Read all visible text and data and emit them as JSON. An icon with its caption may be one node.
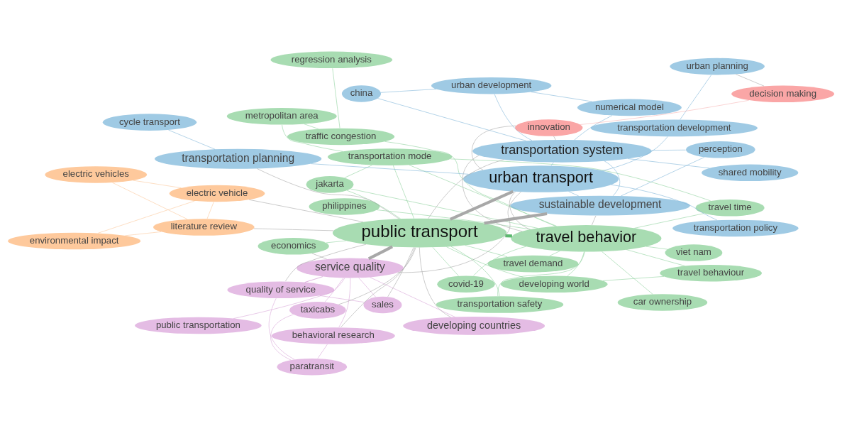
{
  "diagram": {
    "nodes": [
      {
        "text": [
          "public transportation"
        ]
      },
      {
        "text": [
          "paratransit"
        ]
      },
      {
        "text": [
          "sales"
        ]
      },
      {
        "text": [
          "quality of service"
        ]
      },
      {
        "text": [
          "developing world"
        ]
      },
      {
        "text": [
          "philippines"
        ]
      },
      {
        "text": [
          "covid-19"
        ]
      },
      {
        "text": [
          "developing countries"
        ]
      },
      {
        "text": [
          "service quality"
        ]
      },
      {
        "text": [
          "travel behaviour"
        ]
      },
      {
        "text": [
          "car ownership"
        ]
      },
      {
        "text": [
          "taxicabs"
        ]
      },
      {
        "text": [
          "viet nam"
        ]
      },
      {
        "text": [
          "travel demand"
        ]
      },
      {
        "text": [
          "economics"
        ]
      },
      {
        "text": [
          "behavioral research"
        ]
      },
      {
        "text": [
          "travel time"
        ]
      },
      {
        "text": [
          "travel behavior"
        ]
      },
      {
        "text": [
          "jakarta"
        ]
      },
      {
        "text": [
          "transportation mode"
        ]
      },
      {
        "text": [
          "public transport"
        ]
      },
      {
        "text": [
          "traffic congestion"
        ]
      },
      {
        "text": [
          "perception"
        ]
      },
      {
        "text": [
          "sustainable development"
        ]
      },
      {
        "text": [
          "regression analysis"
        ]
      },
      {
        "text": [
          "shared mobility"
        ]
      },
      {
        "text": [
          "urban transport"
        ]
      },
      {
        "text": [
          "transportation system"
        ]
      },
      {
        "text": [
          "transportation safety"
        ]
      },
      {
        "text": [
          "transportation policy"
        ]
      },
      {
        "text": [
          "numerical model"
        ]
      },
      {
        "text": [
          "metropolitan area"
        ]
      },
      {
        "text": [
          "transportation planning"
        ]
      },
      {
        "text": [
          "china"
        ]
      },
      {
        "text": [
          "transportation development"
        ]
      },
      {
        "text": [
          "literature review"
        ]
      },
      {
        "text": [
          "electric vehicle"
        ]
      },
      {
        "text": [
          "cycle transport"
        ]
      },
      {
        "text": [
          "environmental impact"
        ]
      },
      {
        "text": [
          "urban planning"
        ]
      },
      {
        "text": [
          "urban development"
        ]
      },
      {
        "text": [
          "electric vehicles"
        ]
      },
      {
        "text": [
          "innovation"
        ]
      },
      {
        "text": [
          "decision making"
        ]
      }
    ],
    "edges": [
      {
        "from": 17,
        "to": 20,
        "arrow": "none",
        "style": "thick",
        "color": "#5cb86f"
      },
      {
        "from": 17,
        "to": 9,
        "arrow": "none",
        "color": "#8fd19e"
      },
      {
        "from": 17,
        "to": 4,
        "arrow": "none",
        "color": "#8fd19e"
      },
      {
        "from": 17,
        "to": 12,
        "arrow": "none",
        "color": "#8fd19e"
      },
      {
        "from": 17,
        "to": 16,
        "arrow": "none",
        "color": "#8fd19e"
      },
      {
        "from": 17,
        "to": 19,
        "arrow": "none",
        "color": "#8fd19e"
      },
      {
        "from": 17,
        "to": 21,
        "arrow": "none",
        "color": "#8fd19e"
      },
      {
        "from": 17,
        "to": 28,
        "arrow": "none",
        "color": "#8fd19e"
      },
      {
        "from": 17,
        "to": 18,
        "arrow": "none",
        "color": "#8fd19e"
      },
      {
        "from": 17,
        "to": 5,
        "arrow": "none",
        "color": "#8fd19e"
      },
      {
        "from": 17,
        "to": 10,
        "arrow": "none",
        "color": "#8fd19e"
      },
      {
        "from": 17,
        "to": 13,
        "arrow": "none",
        "color": "#8fd19e"
      },
      {
        "from": 17,
        "to": 6,
        "arrow": "none",
        "color": "#8fd19e"
      },
      {
        "from": 20,
        "to": 13,
        "arrow": "none",
        "color": "#8fd19e"
      },
      {
        "from": 20,
        "to": 6,
        "arrow": "none",
        "color": "#8fd19e"
      },
      {
        "from": 20,
        "to": 28,
        "arrow": "none",
        "color": "#8fd19e"
      },
      {
        "from": 20,
        "to": 19,
        "arrow": "none",
        "color": "#8fd19e"
      },
      {
        "from": 18,
        "to": 19,
        "arrow": "none",
        "color": "#8fd19e"
      },
      {
        "from": 18,
        "to": 20,
        "arrow": "none",
        "color": "#8fd19e"
      },
      {
        "from": 24,
        "to": 21,
        "arrow": "none",
        "color": "#8fd19e"
      },
      {
        "from": 31,
        "to": 21,
        "arrow": "none",
        "color": "#8fd19e"
      },
      {
        "from": 31,
        "to": 19,
        "arrow": "none",
        "color": "#8fd19e"
      },
      {
        "from": 16,
        "to": 19,
        "arrow": "none",
        "color": "#8fd19e"
      },
      {
        "from": 4,
        "to": 9,
        "arrow": "none",
        "color": "#8fd19e"
      },
      {
        "from": 4,
        "to": 20,
        "arrow": "none",
        "color": "#8fd19e"
      },
      {
        "from": 14,
        "to": 20,
        "arrow": "none",
        "color": "#8fd19e"
      },
      {
        "from": 8,
        "to": 3,
        "arrow": "none",
        "color": "#c77fc7"
      },
      {
        "from": 8,
        "to": 7,
        "arrow": "none",
        "color": "#d9a6d9"
      },
      {
        "from": 3,
        "to": 1,
        "arrow": "none",
        "color": "#d9a6d9"
      },
      {
        "from": 3,
        "to": 2,
        "arrow": "none",
        "color": "#d9a6d9"
      },
      {
        "from": 15,
        "to": 8,
        "arrow": "none",
        "color": "#d9a6d9"
      },
      {
        "from": 15,
        "to": 1,
        "arrow": "none",
        "color": "#d9a6d9"
      },
      {
        "from": 11,
        "to": 8,
        "arrow": "none",
        "color": "#d9a6d9"
      },
      {
        "from": 0,
        "to": 8,
        "arrow": "none",
        "color": "#d9a6d9"
      },
      {
        "from": 2,
        "to": 8,
        "arrow": "none",
        "color": "#d9a6d9"
      },
      {
        "from": 11,
        "to": 1,
        "arrow": "none",
        "color": "#d9a6d9"
      },
      {
        "from": 26,
        "to": 23,
        "arrow": "none",
        "color": "#7fb6d9"
      },
      {
        "from": 26,
        "to": 27,
        "arrow": "none",
        "color": "#7fb6d9"
      },
      {
        "from": 26,
        "to": 32,
        "arrow": "none",
        "color": "#7fb6d9"
      },
      {
        "from": 26,
        "to": 34,
        "arrow": "none",
        "color": "#7fb6d9"
      },
      {
        "from": 26,
        "to": 29,
        "arrow": "none",
        "color": "#7fb6d9"
      },
      {
        "from": 27,
        "to": 23,
        "arrow": "none",
        "color": "#7fb6d9"
      },
      {
        "from": 27,
        "to": 22,
        "arrow": "none",
        "color": "#7fb6d9"
      },
      {
        "from": 27,
        "to": 25,
        "arrow": "none",
        "color": "#7fb6d9"
      },
      {
        "from": 27,
        "to": 33,
        "arrow": "none",
        "color": "#7fb6d9"
      },
      {
        "from": 27,
        "to": 40,
        "arrow": "none",
        "color": "#7fb6d9"
      },
      {
        "from": 32,
        "to": 37,
        "arrow": "none",
        "color": "#7fb6d9"
      },
      {
        "from": 34,
        "to": 39,
        "arrow": "none",
        "color": "#7fb6d9"
      },
      {
        "from": 33,
        "to": 40,
        "arrow": "none",
        "color": "#7fb6d9"
      },
      {
        "from": 30,
        "to": 27,
        "arrow": "none",
        "color": "#7fb6d9"
      },
      {
        "from": 30,
        "to": 40,
        "arrow": "none",
        "color": "#7fb6d9"
      },
      {
        "from": 23,
        "to": 22,
        "arrow": "none",
        "color": "#7fb6d9"
      },
      {
        "from": 35,
        "to": 36,
        "arrow": "none",
        "color": "#fcc89b"
      },
      {
        "from": 35,
        "to": 38,
        "arrow": "none",
        "color": "#fcc89b"
      },
      {
        "from": 35,
        "to": 41,
        "arrow": "none",
        "color": "#fcc89b"
      },
      {
        "from": 36,
        "to": 41,
        "arrow": "none",
        "color": "#fcc89b"
      },
      {
        "from": 36,
        "to": 38,
        "arrow": "none",
        "color": "#fcc89b"
      },
      {
        "from": 42,
        "to": 43,
        "arrow": "none",
        "color": "#f7b5b5"
      },
      {
        "from": 20,
        "to": 26,
        "arrow": "none",
        "style": "thick"
      },
      {
        "from": 20,
        "to": 23,
        "arrow": "none",
        "style": "thick"
      },
      {
        "from": 20,
        "to": 27,
        "arrow": "none"
      },
      {
        "from": 17,
        "to": 26,
        "arrow": "none"
      },
      {
        "from": 20,
        "to": 8,
        "arrow": "none",
        "style": "thick"
      },
      {
        "from": 20,
        "to": 7,
        "arrow": "none"
      },
      {
        "from": 20,
        "to": 32,
        "arrow": "none"
      },
      {
        "from": 17,
        "to": 23,
        "arrow": "none"
      },
      {
        "from": 36,
        "to": 20,
        "arrow": "none"
      },
      {
        "from": 35,
        "to": 20,
        "arrow": "none"
      },
      {
        "from": 43,
        "to": 39,
        "arrow": "none"
      },
      {
        "from": 42,
        "to": 26,
        "arrow": "none"
      },
      {
        "from": 42,
        "to": 27,
        "arrow": "none"
      },
      {
        "from": 14,
        "to": 8,
        "arrow": "none"
      },
      {
        "from": 20,
        "to": 3,
        "arrow": "none"
      },
      {
        "from": 20,
        "to": 11,
        "arrow": "none"
      },
      {
        "from": 20,
        "to": 15,
        "arrow": "none"
      },
      {
        "from": 26,
        "to": 8,
        "arrow": "none"
      },
      {
        "from": 17,
        "to": 27,
        "arrow": "none"
      },
      {
        "from": 20,
        "to": 2,
        "arrow": "none"
      }
    ]
  }
}
